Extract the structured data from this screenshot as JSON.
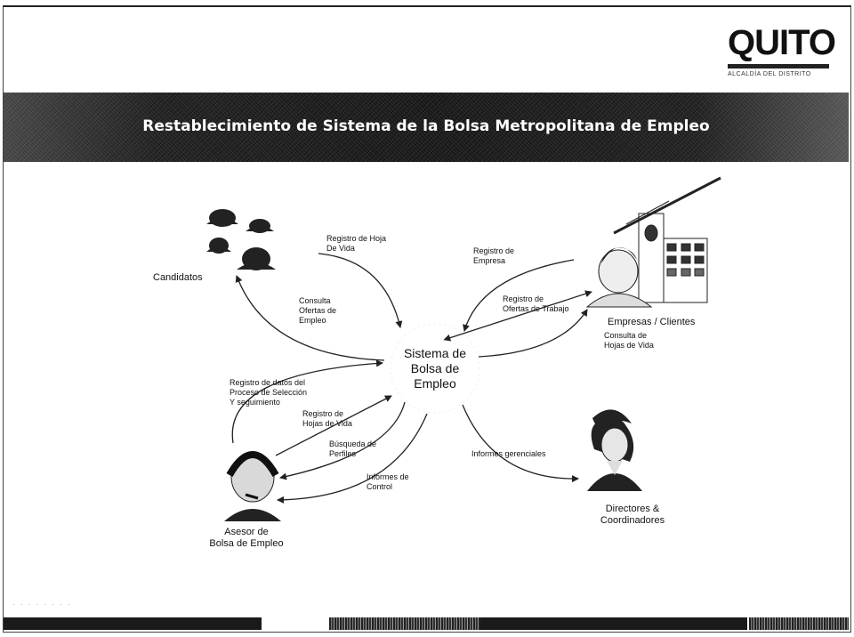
{
  "logo": {
    "word": "QUITO",
    "subtitle": "ALCALDÍA DEL DISTRITO"
  },
  "banner": {
    "title": "Restablecimiento de Sistema de la Bolsa Metropolitana de Empleo"
  },
  "center": {
    "label": "Sistema de\nBolsa de\nEmpleo"
  },
  "actors": {
    "candidatos": "Candidatos",
    "empresas": "Empresas / Clientes",
    "asesor": "Asesor de\nBolsa de Empleo",
    "directores": "Directores &\nCoordinadores"
  },
  "flows": {
    "registro_hoja_vida": "Registro de Hoja\nDe Vida",
    "consulta_ofertas": "Consulta\nOfertas de\nEmpleo",
    "registro_empresa": "Registro de\nEmpresa",
    "registro_ofertas": "Registro de\nOfertas de Trabajo",
    "consulta_hojas": "Consulta de\nHojas de Vida",
    "registro_proceso": "Registro de datos del\nProceso de Selección\nY seguimiento",
    "registro_hojas_asesor": "Registro de\nHojas de Vida",
    "busqueda_perfiles": "Búsqueda de\nPerfiles",
    "informes_control": "Informes de\nControl",
    "informes_gerenciales": "Informes gerenciales"
  },
  "colors": {
    "banner": "#1f1f1f",
    "text": "#111111",
    "arrow": "#222222"
  }
}
